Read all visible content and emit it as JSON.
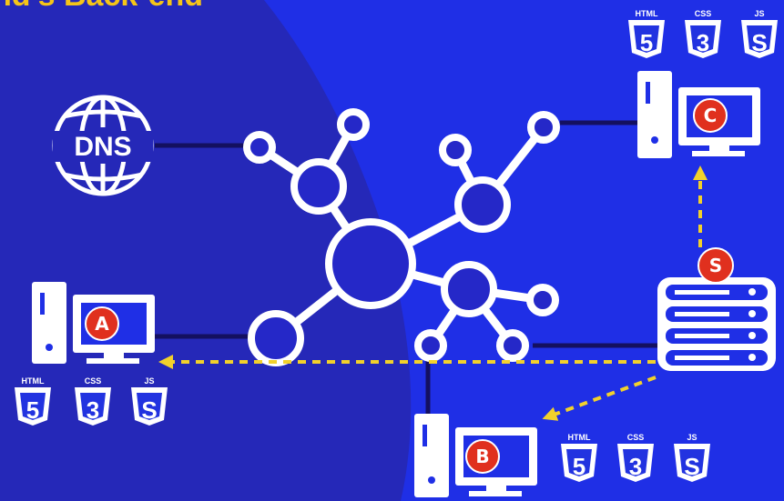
{
  "header": {
    "title_fragment": "nd's Back-end"
  },
  "dns": {
    "label": "DNS"
  },
  "clients": {
    "a": {
      "badge": "A"
    },
    "b": {
      "badge": "B"
    },
    "c": {
      "badge": "C"
    }
  },
  "server": {
    "badge": "S"
  },
  "file_badges": {
    "html": "HTML",
    "css": "CSS",
    "js": "JS",
    "html_digit": "5",
    "css_digit": "3",
    "js_digit": "S"
  },
  "colors": {
    "background_right": "#1f2fe6",
    "background_left": "#2528b8",
    "link": "#141060",
    "arrow": "#f2d12b",
    "badge": "#e0301e",
    "title": "#f5c518"
  }
}
